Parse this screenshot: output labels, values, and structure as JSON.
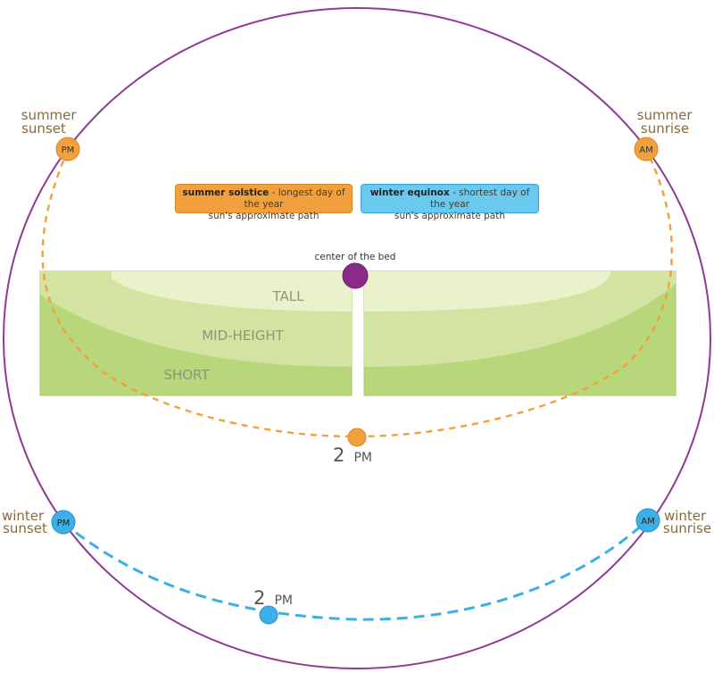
{
  "colors": {
    "orbit": "#8e3b93",
    "summer": "#f2a03b",
    "winter": "#3ab0e6",
    "label_brown": "#8a6a3c",
    "bed_short": "#b8d77a",
    "bed_mid": "#d3e4a2",
    "bed_tall": "#eaf2cc",
    "bed_center": "#8a2a8a"
  },
  "labels": {
    "summer_sunset": [
      "summer",
      "sunset"
    ],
    "summer_sunrise": [
      "summer",
      "sunrise"
    ],
    "winter_sunset": [
      "winter",
      "sunset"
    ],
    "winter_sunrise": [
      "winter",
      "sunrise"
    ],
    "pm": "PM",
    "am": "AM",
    "two": "2",
    "center_of_bed": "center of the bed"
  },
  "zones": {
    "tall": "TALL",
    "mid": "MID-HEIGHT",
    "short": "SHORT"
  },
  "legend": {
    "summer_title": "summer solstice",
    "summer_rest": " - longest day of the year",
    "summer_line2": "sun's approximate path",
    "winter_title": "winter equinox",
    "winter_rest": " - shortest day of the year",
    "winter_line2": "sun's approximate path"
  }
}
